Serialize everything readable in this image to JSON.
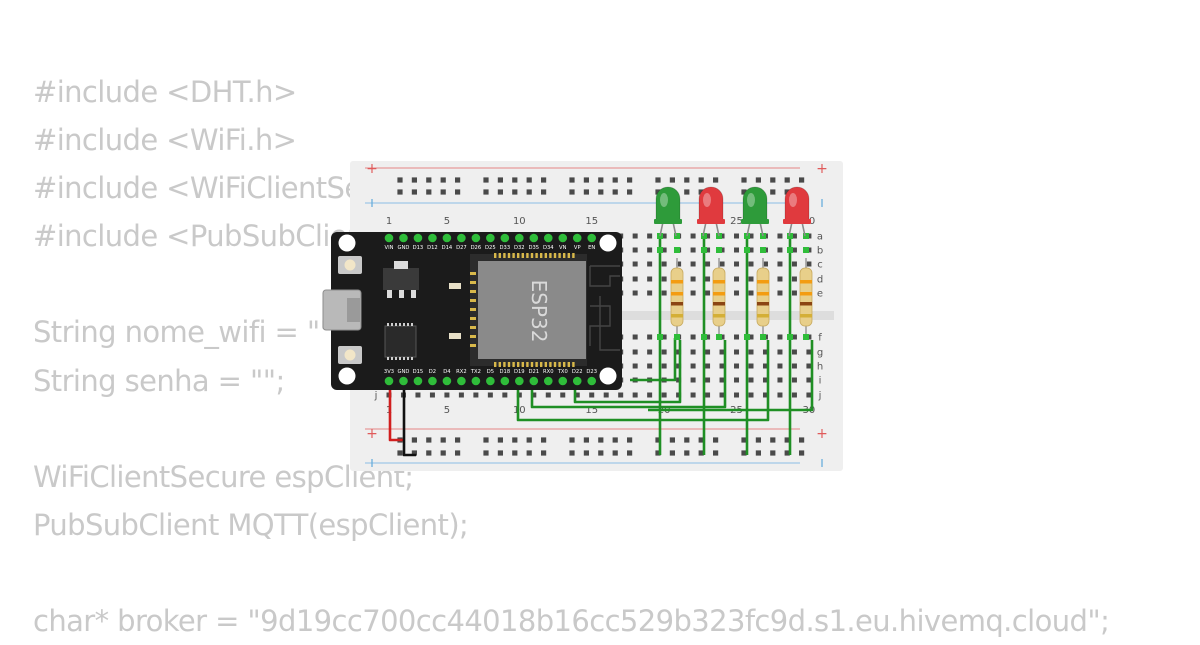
{
  "code": {
    "lines": [
      "#include <DHT.h>",
      "#include <WiFi.h>",
      "#include <WiFiClientSecure.h>",
      "#include <PubSubClient.h>",
      "",
      "String nome_wifi = \"\";",
      "String senha = \"\";",
      "",
      "WiFiClientSecure espClient;",
      "PubSubClient MQTT(espClient);",
      "",
      "char* broker = \"9d19cc700cc44018b16cc529b323fc9d.s1.eu.hivemq.cloud\";"
    ]
  },
  "breadboard": {
    "column_numbers": [
      "1",
      "5",
      "10",
      "15",
      "20",
      "25",
      "30"
    ],
    "row_letters_top": [
      "a",
      "b",
      "c",
      "d",
      "e"
    ],
    "row_letters_bottom": [
      "f",
      "g",
      "h",
      "i",
      "j"
    ],
    "rail_plus": "+",
    "colors": {
      "board": "#efefef",
      "rail_red": "#e89a9a",
      "rail_blue": "#9fc7e6",
      "hole": "#4a4a4a",
      "connected_hole": "#2fbd3a"
    }
  },
  "esp32": {
    "chip_label": "ESP32",
    "top_pins": [
      "VIN",
      "GND",
      "D13",
      "D12",
      "D14",
      "D27",
      "D26",
      "D25",
      "D33",
      "D32",
      "D35",
      "D34",
      "VN",
      "VP",
      "EN"
    ],
    "bottom_pins": [
      "3V3",
      "GND",
      "D15",
      "D2",
      "D4",
      "RX2",
      "TX2",
      "D5",
      "D18",
      "D19",
      "D21",
      "RX0",
      "TX0",
      "D22",
      "D23"
    ],
    "colors": {
      "board": "#1b1b1b",
      "chip": "#8a8a8a",
      "pin": "#2fbd3a"
    }
  },
  "leds": [
    {
      "color": "green",
      "hex": "#2e9b3a"
    },
    {
      "color": "red",
      "hex": "#e03a3e"
    },
    {
      "color": "green",
      "hex": "#2e9b3a"
    },
    {
      "color": "red",
      "hex": "#e03a3e"
    }
  ],
  "wires": {
    "signal_color": "#1f8f24",
    "power_color": "#d11f1f",
    "ground_color": "#111111"
  }
}
